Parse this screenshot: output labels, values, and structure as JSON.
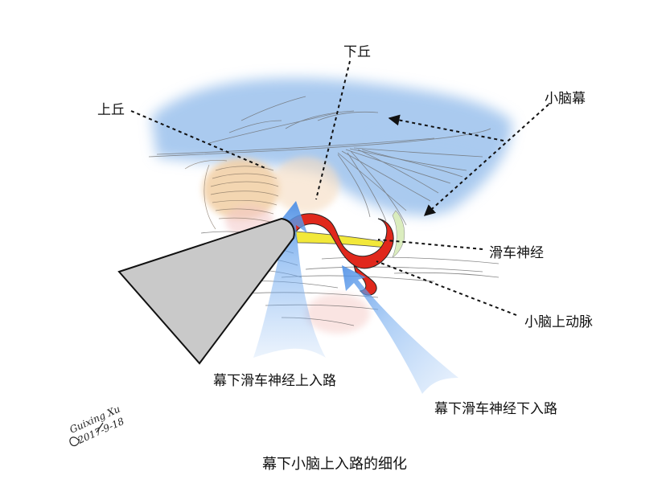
{
  "labels": {
    "inferior_colliculus": "下丘",
    "superior_colliculus": "上丘",
    "tentorium": "小脑幕",
    "trochlear_nerve": "滑车神经",
    "superior_cerebellar_artery": "小脑上动脉",
    "upper_route": "幕下滑车神经上入路",
    "lower_route": "幕下滑车神经下入路"
  },
  "caption": "幕下小脑上入路的细化",
  "signature": {
    "name": "Guixing Xu",
    "date": "2017-9-18"
  },
  "colors": {
    "tentorium_blue": "#8db8ea",
    "artery_red": "#e0281c",
    "nerve_yellow": "#f2e83a",
    "route_arrow_blue": "#7fb2f0",
    "retractor_gray": "#c9c9c9",
    "colliculus_orange": "#f2cfa4"
  }
}
